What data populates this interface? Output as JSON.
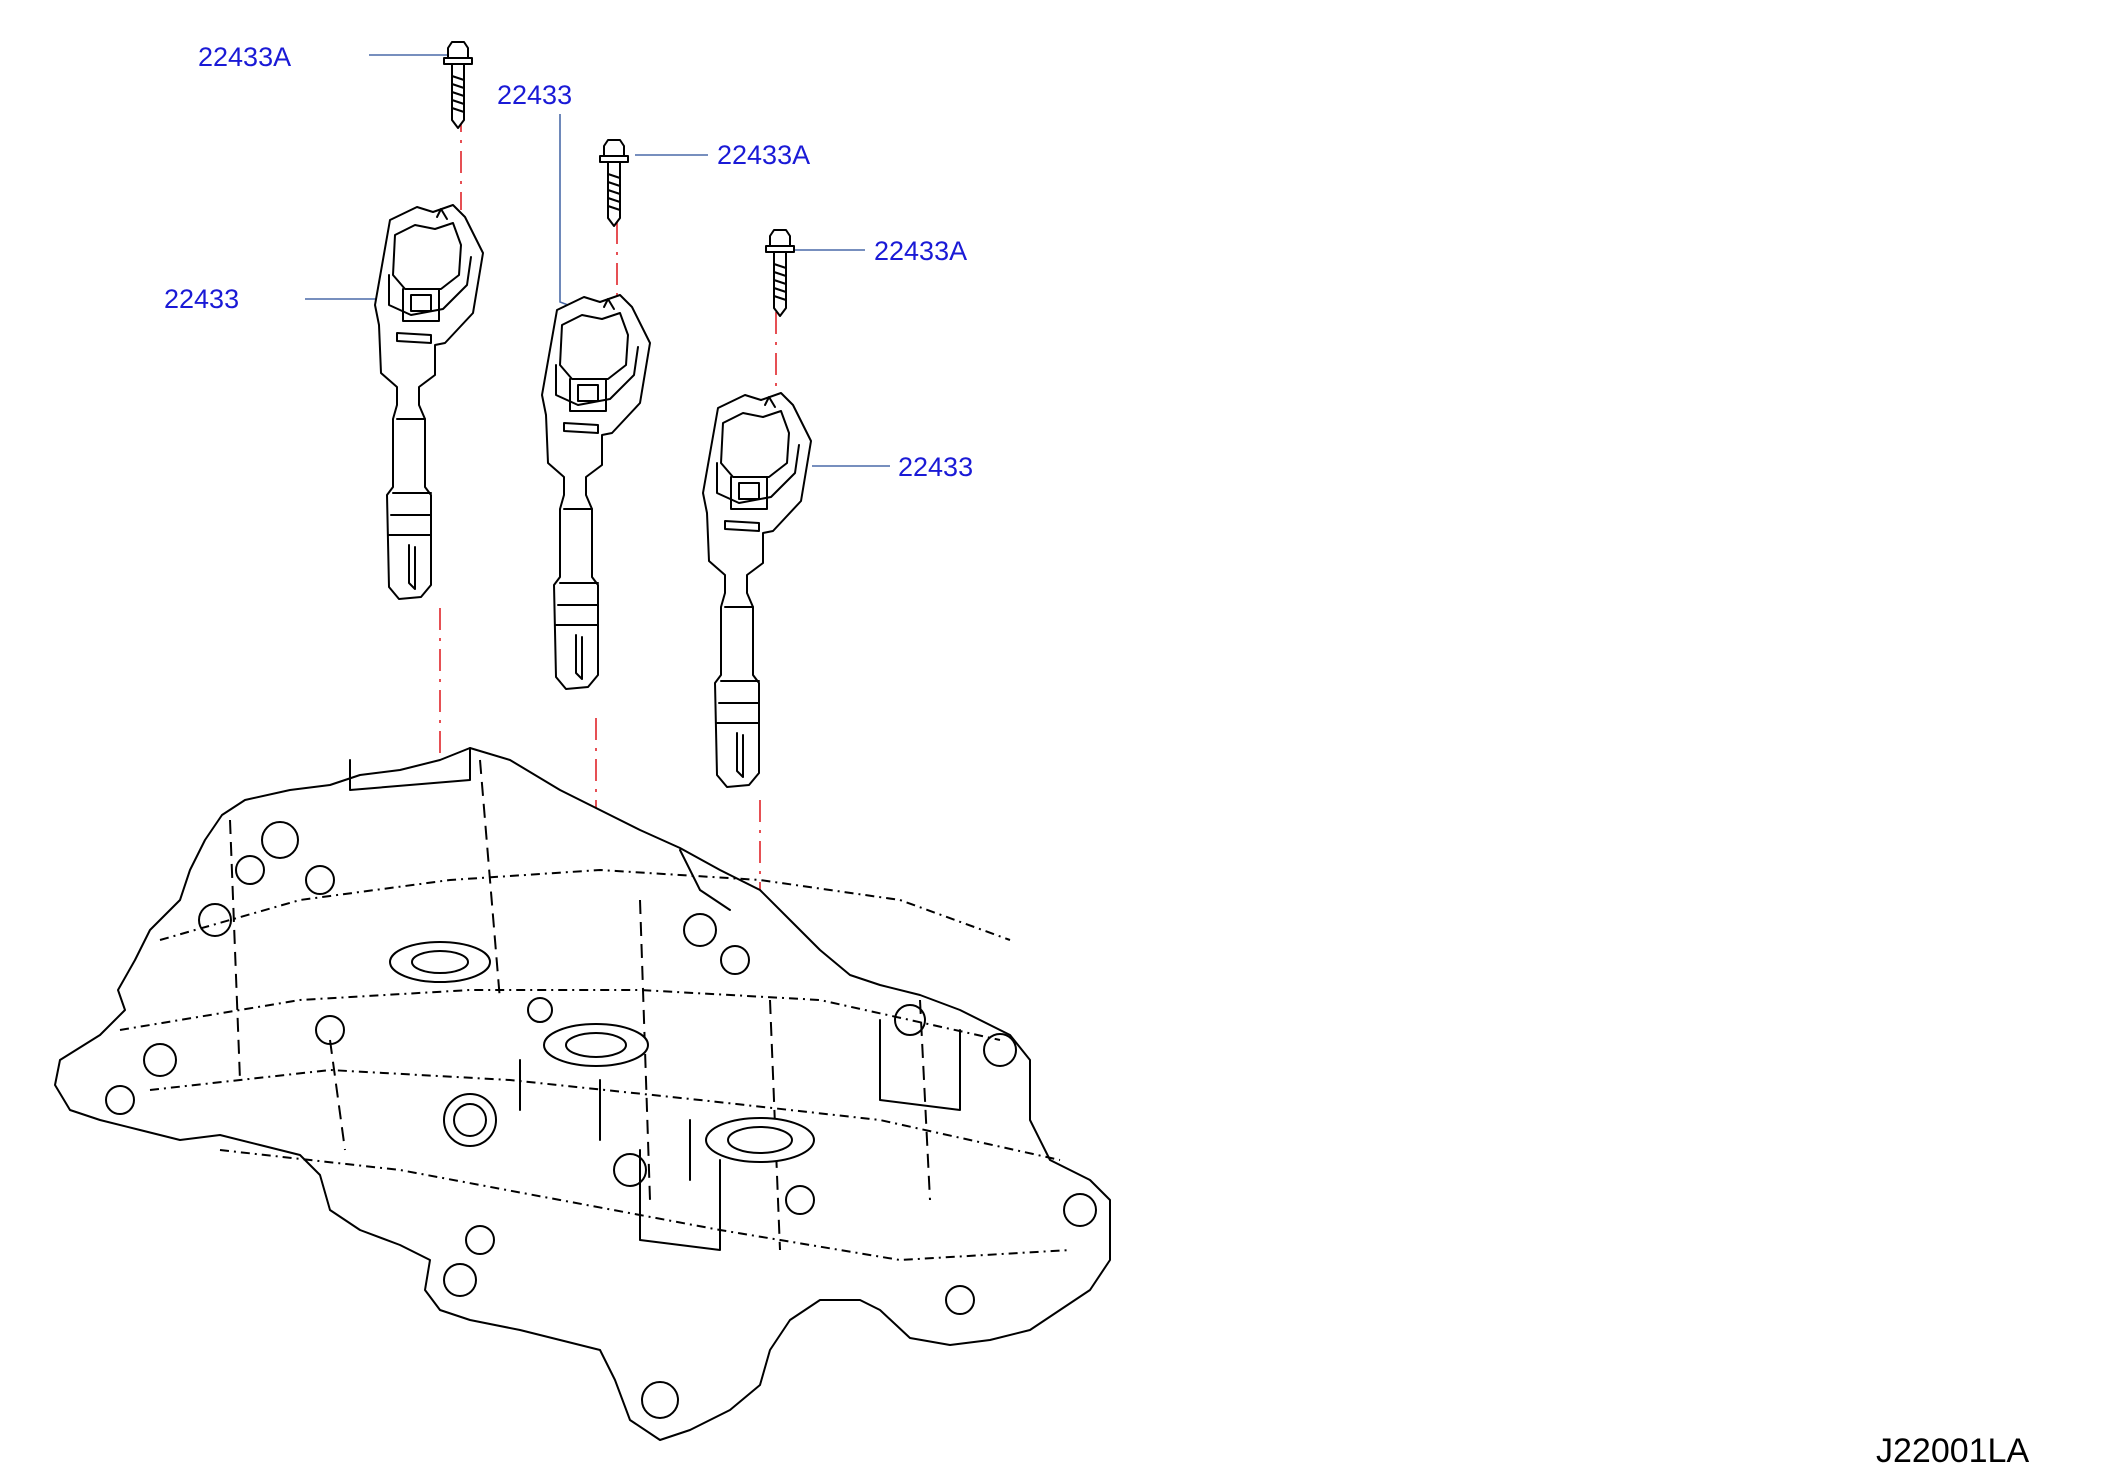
{
  "callouts": {
    "bolt_1": "22433A",
    "coil_left": "22433",
    "coil_middle": "22433",
    "bolt_2": "22433A",
    "bolt_3": "22433A",
    "coil_right": "22433"
  },
  "figure_id": "J22001LA",
  "colors": {
    "callout_text": "#1a1ad6",
    "leader_line": "#4a6aa8",
    "center_line": "#e0242a",
    "outline": "#000000"
  }
}
